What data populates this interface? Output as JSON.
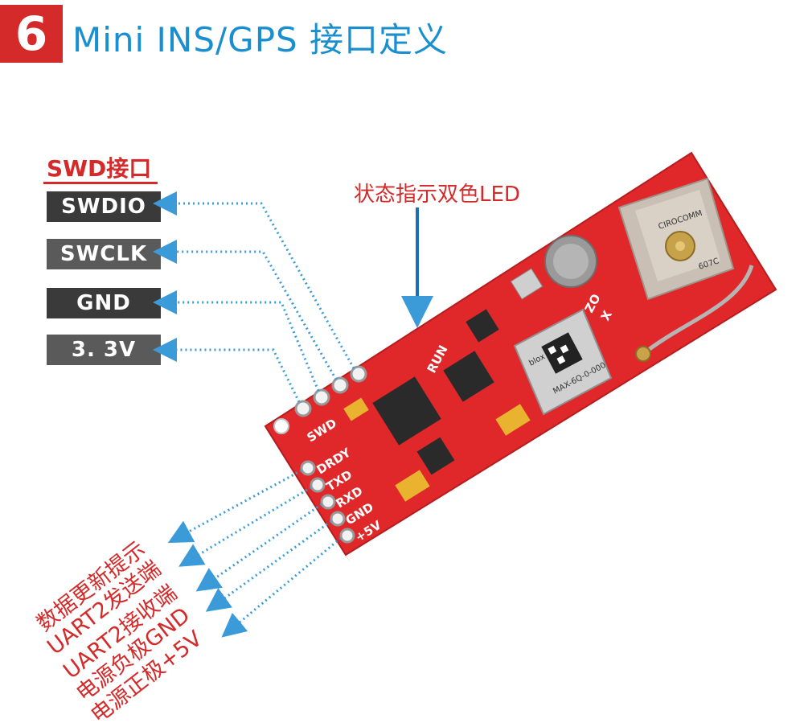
{
  "header": {
    "number": "6",
    "title": "Mini INS/GPS 接口定义"
  },
  "swd": {
    "title": "SWD接口",
    "pins": [
      "SWDIO",
      "SWCLK",
      "GND",
      "3. 3V"
    ]
  },
  "led_label": "状态指示双色LED",
  "uart": {
    "labels": [
      "数据更新提示",
      "UART2发送端",
      "UART2接收端",
      "电源负极GND",
      "电源正极+5V"
    ]
  },
  "board": {
    "silk_swd": "SWD",
    "silk_pins": [
      "DRDY",
      "TXD",
      "RXD",
      "GND",
      "+5V"
    ],
    "silk_run": "RUN",
    "silk_zo": "ZO",
    "silk_x": "X",
    "antenna_brand": "CIROCOMM",
    "antenna_model": "607C",
    "gps_brand": "blox",
    "gps_model": "MAX-6Q-0-000"
  },
  "colors": {
    "accent_red": "#d42a2a",
    "title_blue": "#1a8fd0",
    "board_red": "#e0282a",
    "arrow_blue": "#3a9bd8"
  }
}
